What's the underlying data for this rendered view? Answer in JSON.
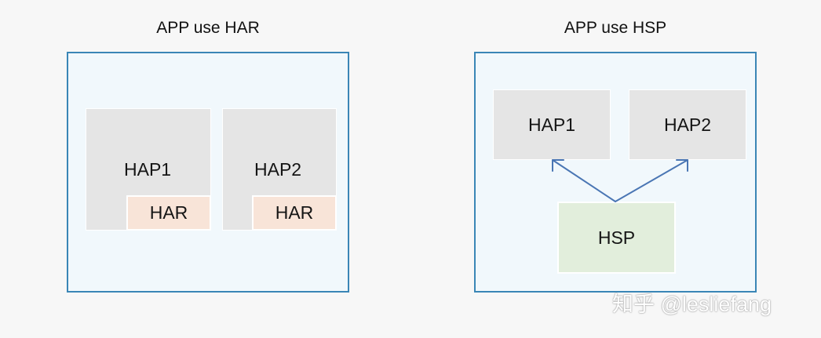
{
  "left": {
    "title": "APP use HAR",
    "hap1": {
      "label": "HAP1",
      "har_label": "HAR"
    },
    "hap2": {
      "label": "HAP2",
      "har_label": "HAR"
    }
  },
  "right": {
    "title": "APP use HSP",
    "hap1_label": "HAP1",
    "hap2_label": "HAP2",
    "hsp_label": "HSP"
  },
  "watermark": "知乎 @lesliefang",
  "colors": {
    "panel_border": "#3a86b6",
    "panel_fill": "#f1f8fc",
    "hap_fill": "#e5e5e5",
    "har_fill": "#f8e4d8",
    "hsp_fill": "#e2eedc",
    "arrow": "#4a76b4"
  }
}
